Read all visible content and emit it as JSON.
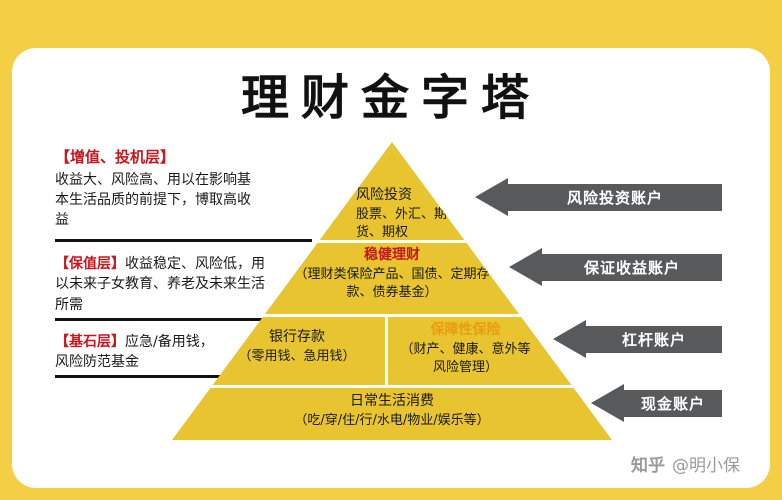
{
  "title": "理财金字塔",
  "left_annotations": [
    {
      "header": "【增值、投机层】",
      "body": "收益大、风险高、用以在影响基本生活品质的前提下，博取高收益"
    },
    {
      "header": "【保值层】",
      "body": "收益稳定、风险低，用以未来子女教育、养老及未来生活所需"
    },
    {
      "header": "【基石层】",
      "body": "应急/备用钱，风险防范基金"
    }
  ],
  "pyramid": {
    "level1": {
      "title": "风险投资",
      "subtitle": "股票、外汇、期货、期权"
    },
    "level2": {
      "title": "稳健理财",
      "subtitle": "（理财类保险产品、国债、定期存款、债券基金）"
    },
    "level3_left": {
      "title": "银行存款",
      "subtitle": "（零用钱、急用钱）"
    },
    "level3_right": {
      "title": "保障性保险",
      "subtitle": "（财产、健康、意外等风险管理）"
    },
    "level4": {
      "title": "日常生活消费",
      "subtitle": "（吃/穿/住/行/水电/物业/娱乐等）"
    }
  },
  "arrows": [
    {
      "label": "风险投资账户"
    },
    {
      "label": "保证收益账户"
    },
    {
      "label": "杠杆账户"
    },
    {
      "label": "现金账户"
    }
  ],
  "watermark": {
    "brand": "知乎",
    "user": "@明小保"
  },
  "colors": {
    "background_yellow": "#F4CF46",
    "pyramid_gold": "#E7C430",
    "accent_red": "#C6171E",
    "accent_orange": "#E99C10",
    "arrow_gray": "#58595B"
  }
}
